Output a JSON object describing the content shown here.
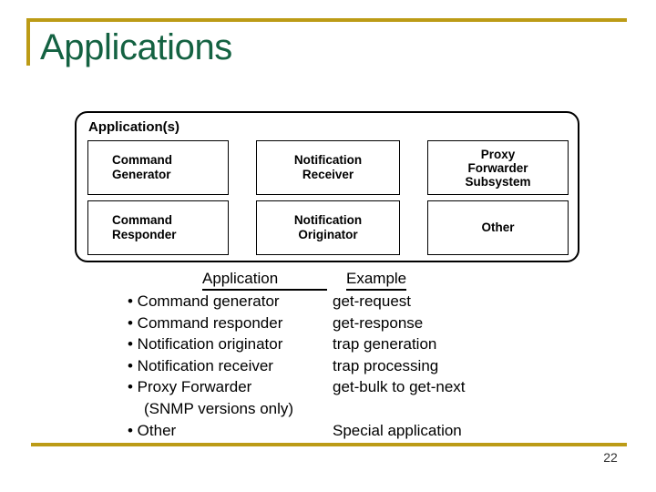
{
  "slide": {
    "title": "Applications",
    "page_number": "22",
    "accent_color": "#BC9B16",
    "title_color": "#146242"
  },
  "diagram": {
    "label": "Application(s)",
    "cells": [
      {
        "text": "Command\nGenerator",
        "align": "left"
      },
      {
        "text": "Notification\nReceiver",
        "align": "center"
      },
      {
        "text": "Proxy\nForwarder\nSubsystem",
        "align": "center"
      },
      {
        "text": "Command\nResponder",
        "align": "left"
      },
      {
        "text": "Notification\nOriginator",
        "align": "center"
      },
      {
        "text": "Other",
        "align": "center"
      }
    ]
  },
  "list": {
    "headers": {
      "application": "Application",
      "example": "Example"
    },
    "rows": [
      {
        "application": "• Command generator",
        "example": "get-request"
      },
      {
        "application": "• Command responder",
        "example": "get-response"
      },
      {
        "application": "• Notification originator",
        "example": "trap generation"
      },
      {
        "application": "• Notification receiver",
        "example": "trap processing"
      },
      {
        "application": "• Proxy Forwarder",
        "example": "get-bulk to get-next"
      },
      {
        "application": "(SNMP versions only)",
        "example": ""
      },
      {
        "application": "• Other",
        "example": "Special application"
      }
    ]
  }
}
